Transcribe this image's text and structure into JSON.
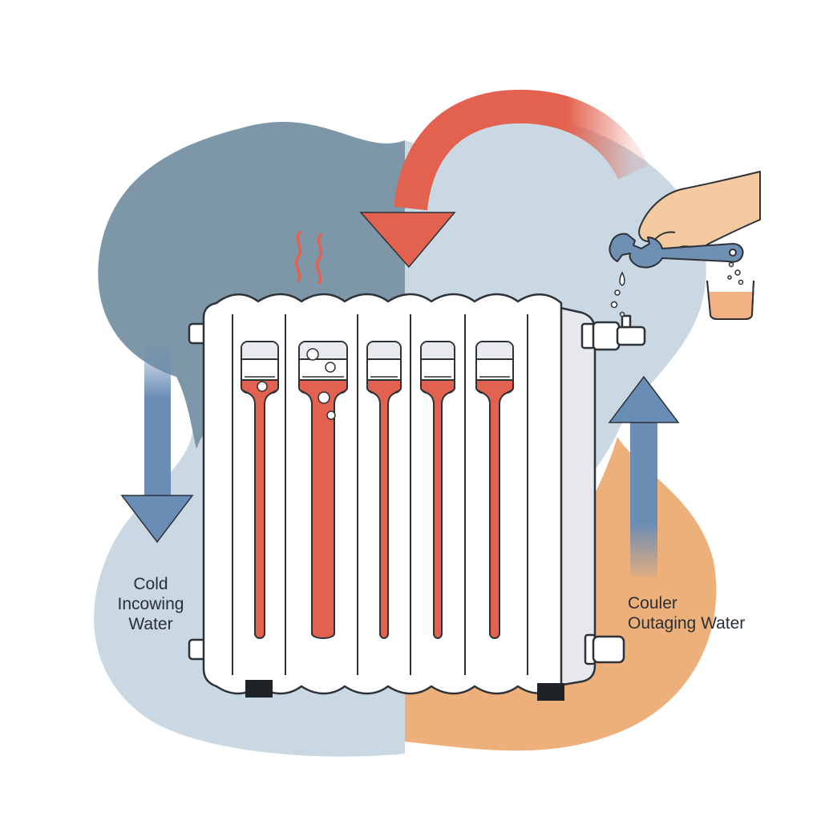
{
  "labels": {
    "cold_line1": "Cold",
    "cold_line2": "Incowing",
    "cold_line3": "Water",
    "couler_line1": "Couler",
    "couler_line2": "Outaging Water"
  },
  "colors": {
    "blob_dark": "#7e97a8",
    "blob_light": "#c9d8e2",
    "blob_orange": "#eeb07a",
    "hot_water": "#e2624f",
    "cold_arrow": "#6a8db5",
    "radiator_body": "#ffffff",
    "radiator_side": "#e6e8eb",
    "outline": "#2d3238",
    "skin": "#f3c9a0",
    "wrench": "#6f8fb3",
    "glass_liquid": "#f2b283"
  },
  "icons": {
    "heat_waves": "heat-waves-icon",
    "return_arrow": "curved-arrow-icon",
    "hand": "hand-icon",
    "wrench": "wrench-icon",
    "glass": "glass-icon",
    "bleed_valve": "bleed-valve-icon"
  },
  "diagram": {
    "radiator_sections": 5
  }
}
